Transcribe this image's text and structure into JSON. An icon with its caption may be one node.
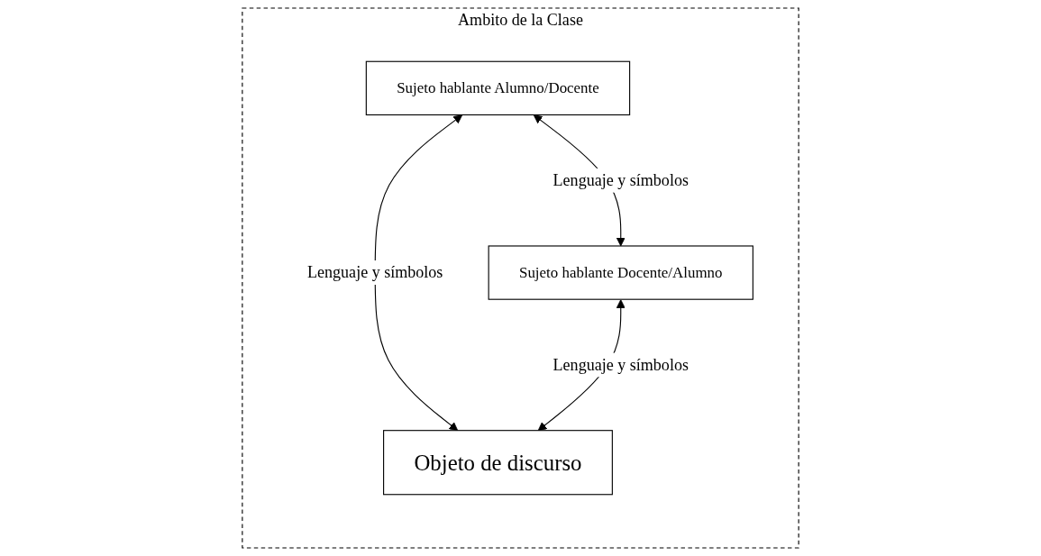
{
  "diagram": {
    "nodes": [
      {
        "text": [
          "Ambito de la Clase"
        ]
      },
      {
        "text": [
          "Sujeto hablante Alumno/Docente"
        ],
        "in": 0
      },
      {
        "text": [
          "Sujeto hablante Docente/Alumno"
        ],
        "in": 0
      },
      {
        "text": [
          "Objeto de discurso"
        ],
        "in": 0
      }
    ],
    "edges": [
      {
        "from": 1,
        "to": 2,
        "arrow": "both",
        "label": "Lenguaje y símbolos"
      },
      {
        "from": 1,
        "to": 3,
        "arrow": "both",
        "label": "Lenguaje y símbolos"
      },
      {
        "from": 2,
        "to": 3,
        "arrow": "both",
        "label": "Lenguaje y símbolos"
      }
    ]
  }
}
